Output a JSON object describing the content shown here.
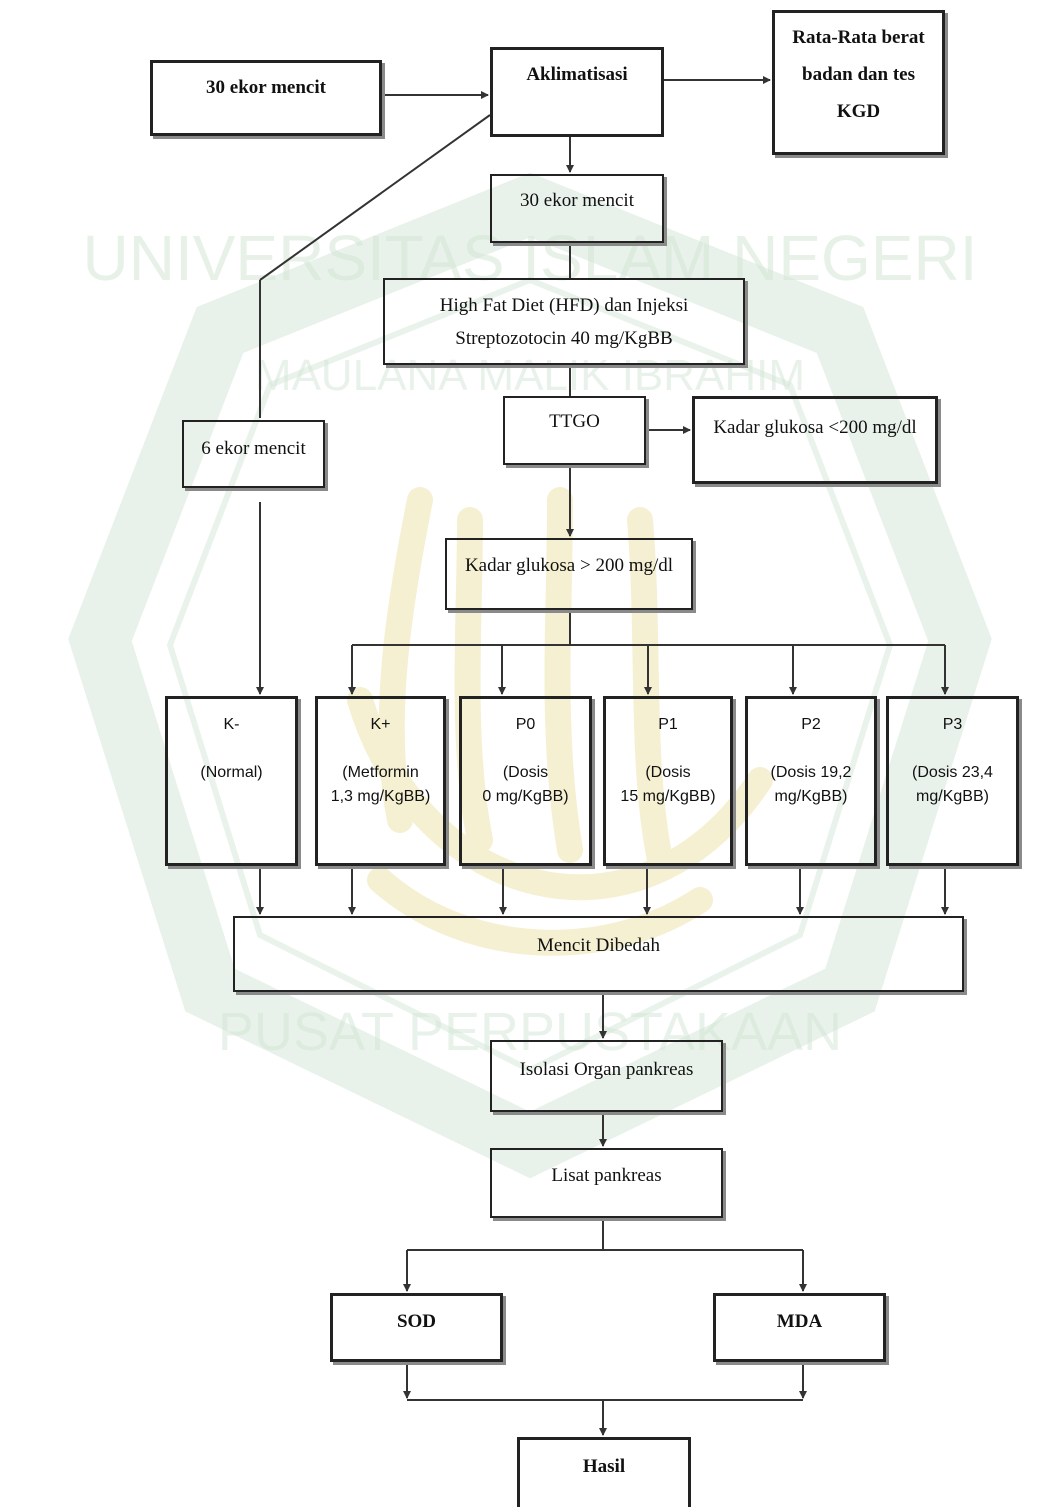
{
  "watermark": {
    "text_top": "UNIVERSITAS ISLAM NEGERI",
    "text_middle": "MAULANA MALIK IBRAHIM",
    "text_bottom": "PUSAT PERPUSTAKAAN",
    "colors": {
      "ring": "#cfe3d2",
      "arabic": "#f4eec8",
      "letters": "#d4e6d6"
    }
  },
  "nodes": {
    "start": "30 ekor mencit",
    "aklimatisasi": "Aklimatisasi",
    "rata": [
      "Rata-Rata berat",
      "badan dan tes",
      "KGD"
    ],
    "mencit30": "30 ekor mencit",
    "hfd": [
      "High Fat Diet (HFD) dan Injeksi",
      "Streptozotocin 40 mg/KgBB"
    ],
    "ttgo": "TTGO",
    "glukosa_low": "Kadar glukosa <200 mg/dl",
    "mencit6": "6 ekor mencit",
    "glukosa_high": "Kadar glukosa > 200 mg/dl",
    "groups": [
      {
        "code": "K-",
        "desc": [
          "(Normal)"
        ]
      },
      {
        "code": "K+",
        "desc": [
          "(Metformin",
          "1,3 mg/KgBB)"
        ]
      },
      {
        "code": "P0",
        "desc": [
          "(Dosis",
          "0 mg/KgBB)"
        ]
      },
      {
        "code": "P1",
        "desc": [
          "(Dosis",
          "15 mg/KgBB)"
        ]
      },
      {
        "code": "P2",
        "desc": [
          "(Dosis 19,2",
          "mg/KgBB)"
        ]
      },
      {
        "code": "P3",
        "desc": [
          "(Dosis 23,4",
          "mg/KgBB)"
        ]
      }
    ],
    "dibedah": "Mencit Dibedah",
    "isolasi": "Isolasi Organ pankreas",
    "lisat": "Lisat  pankreas",
    "sod": "SOD",
    "mda": "MDA",
    "hasil": "Hasil"
  },
  "colors": {
    "line": "#333333",
    "border": "#222222",
    "shadow": "#8a8a8a"
  }
}
